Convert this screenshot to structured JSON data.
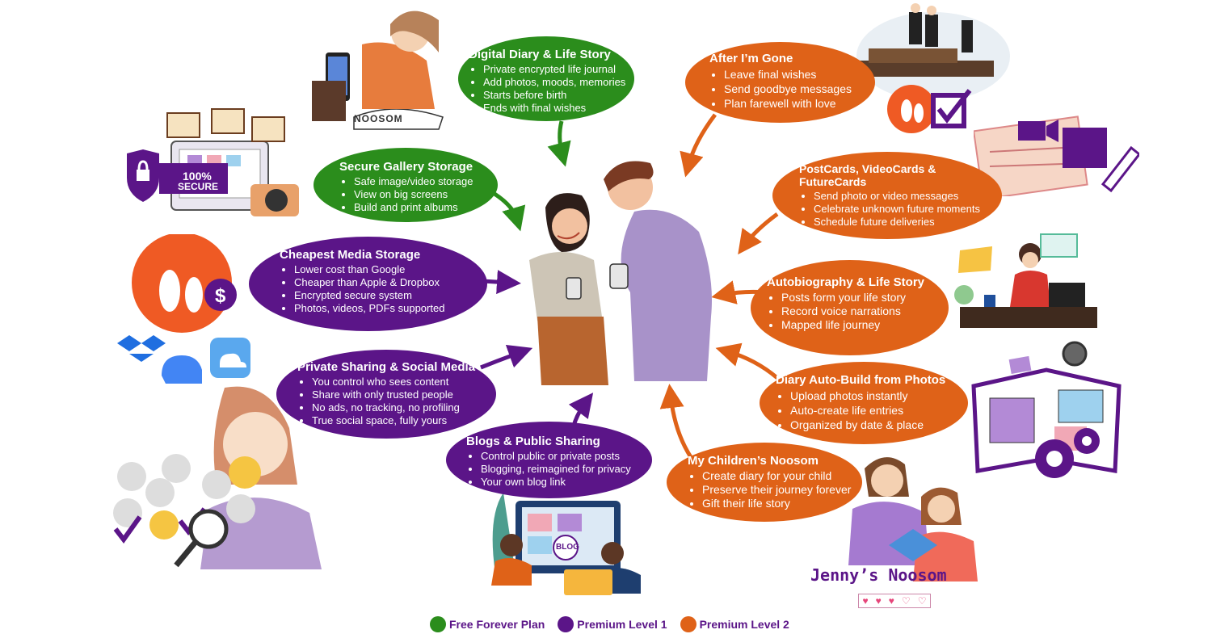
{
  "colors": {
    "green": "#2b8d1c",
    "purple": "#5b1588",
    "orange": "#df6218"
  },
  "bubbles": {
    "diary": {
      "title": "Digital Diary & Life Story",
      "items": [
        "Private encrypted life journal",
        "Add photos, moods, memories",
        "Starts before birth",
        "Ends with final wishes"
      ]
    },
    "gallery": {
      "title": "Secure Gallery Storage",
      "items": [
        "Safe image/video storage",
        "View on big screens",
        "Build and print albums"
      ]
    },
    "media": {
      "title": "Cheapest Media Storage",
      "items": [
        "Lower cost than Google",
        "Cheaper than Apple & Dropbox",
        "Encrypted secure system",
        "Photos, videos, PDFs supported"
      ]
    },
    "sharing": {
      "title": "Private Sharing & Social Media",
      "items": [
        "You control who sees content",
        "Share with only trusted people",
        "No ads, no tracking, no profiling",
        "True social space, fully yours"
      ]
    },
    "blogs": {
      "title": "Blogs & Public Sharing",
      "items": [
        "Control public or private posts",
        "Blogging, reimagined for privacy",
        "Your own blog link"
      ]
    },
    "after": {
      "title": "After I’m Gone",
      "items": [
        "Leave final wishes",
        "Send goodbye messages",
        "Plan farewell with love"
      ]
    },
    "cards": {
      "title": "PostCards, VideoCards & FutureCards",
      "items": [
        "Send photo or video messages",
        "Celebrate unknown future moments",
        "Schedule future deliveries"
      ]
    },
    "autobio": {
      "title": "Autobiography & Life Story",
      "items": [
        "Posts form your life story",
        "Record voice narrations",
        "Mapped life journey"
      ]
    },
    "autobuild": {
      "title": "Diary Auto-Build from Photos",
      "items": [
        "Upload photos instantly",
        "Auto-create life entries",
        "Organized by date & place"
      ]
    },
    "children": {
      "title": "My Children’s Noosom",
      "items": [
        "Create diary for your child",
        "Preserve their journey forever",
        "Gift their life story"
      ]
    }
  },
  "illustration_text": {
    "secure_badge_line1": "100%",
    "secure_badge_line2": "SECURE",
    "blog_badge": "BLOG",
    "jenny": "Jenny’s Noosom",
    "noosom_book": "NOOSOM"
  },
  "legend": [
    {
      "label": "Free Forever Plan",
      "color": "#2b8d1c"
    },
    {
      "label": "Premium Level 1",
      "color": "#5b1588"
    },
    {
      "label": "Premium Level 2",
      "color": "#df6218"
    }
  ],
  "icons": [
    "footprint-icon",
    "dollar-icon",
    "dropbox-icon",
    "google-cloud-icon",
    "icloud-icon",
    "padlock-icon",
    "camera-icon",
    "video-camera-icon",
    "pencil-icon",
    "checkbox-icon",
    "gear-icon",
    "magnifier-icon",
    "heart-icon"
  ]
}
